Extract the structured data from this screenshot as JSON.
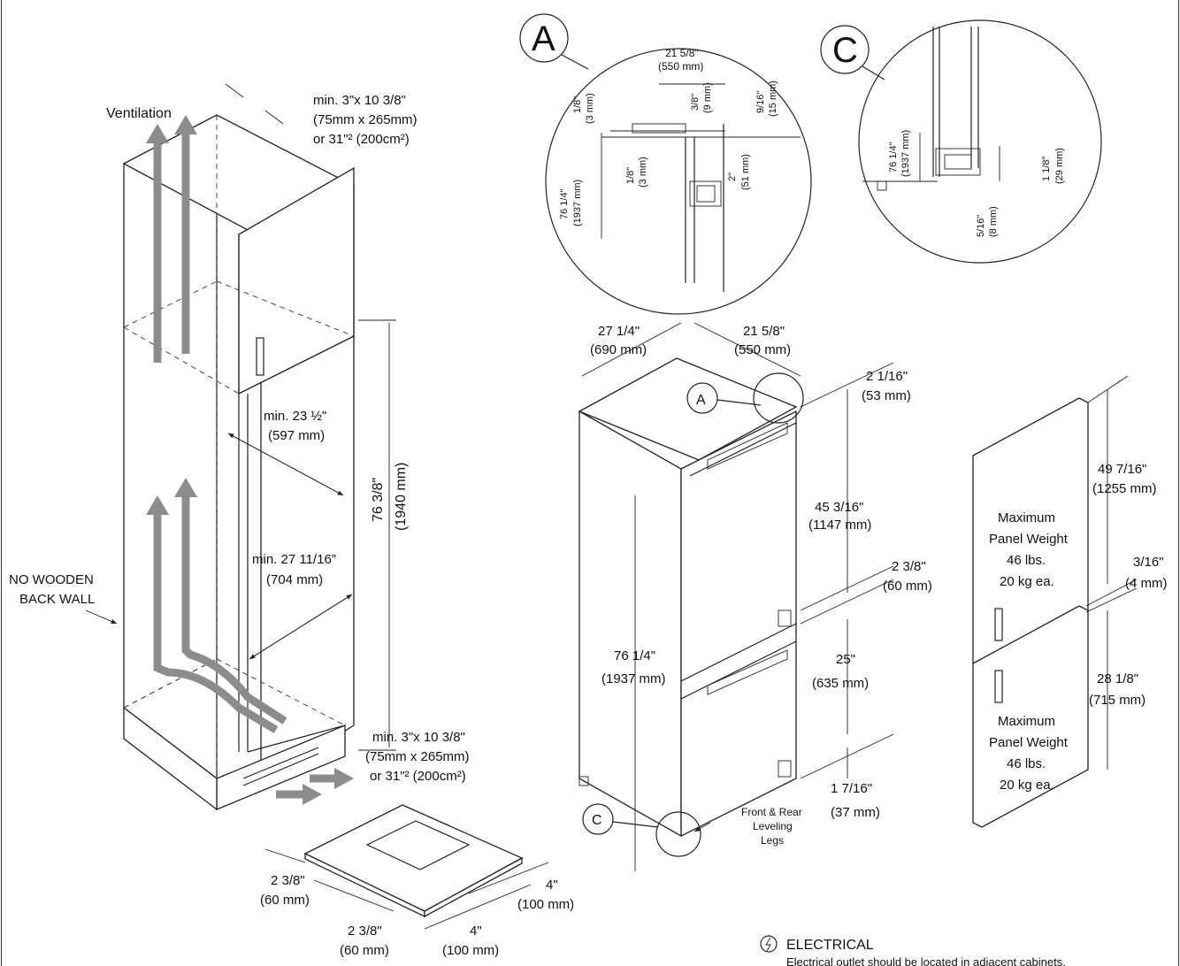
{
  "ventilation": {
    "label": "Ventilation",
    "top_size": [
      "min. 3\"x 10 3/8\"",
      "(75mm x 265mm)",
      "or 31\"² (200cm²)"
    ],
    "bottom_size": [
      "min. 3\"x 10 3/8\"",
      "(75mm x 265mm)",
      "or 31\"² (200cm²)"
    ]
  },
  "wall_note": [
    "NO WOODEN",
    "BACK WALL"
  ],
  "cabinet": {
    "width": [
      "min. 23 ½\"",
      "(597 mm)"
    ],
    "depth": [
      "min. 27 11/16\"",
      "(704 mm)"
    ],
    "height": [
      "76 3/8\"",
      "(1940 mm)"
    ]
  },
  "base": {
    "left_a": [
      "2 3/8\"",
      "(60 mm)"
    ],
    "left_b": [
      "2 3/8\"",
      "(60 mm)"
    ],
    "right_a": [
      "4\"",
      "(100 mm)"
    ],
    "right_b": [
      "4\"",
      "(100 mm)"
    ]
  },
  "detail_a": {
    "letter": "A",
    "width": [
      "21 5/8\"",
      "(550 mm)"
    ],
    "gap1": [
      "1/8\"",
      "(3 mm)"
    ],
    "gap2": [
      "3/8\"",
      "(9 mm)"
    ],
    "gap3": [
      "9/16\"",
      "(15 mm)"
    ],
    "gap4": [
      "1/8\"",
      "(3 mm)"
    ],
    "gap5": [
      "2\"",
      "(51 mm)"
    ],
    "height": [
      "76 1/4\"",
      "(1937 mm)"
    ]
  },
  "detail_c": {
    "letter": "C",
    "height": [
      "76 1/4\"",
      "(1937 mm)"
    ],
    "gap1": [
      "1 1/8\"",
      "(29 mm)"
    ],
    "gap2": [
      "5/16\"",
      "(8 mm)"
    ]
  },
  "appliance": {
    "depth": [
      "27 1/4\"",
      "(690 mm)"
    ],
    "width": [
      "21 5/8\"",
      "(550 mm)"
    ],
    "top_gap": [
      "2 1/16\"",
      "(53 mm)"
    ],
    "upper": [
      "45 3/16\"",
      "(1147 mm)"
    ],
    "mid_gap": [
      "2 3/8\"",
      "(60 mm)"
    ],
    "lower": [
      "25\"",
      "(635 mm)"
    ],
    "bottom_gap": [
      "1 7/16\"",
      "(37 mm)"
    ],
    "height": [
      "76 1/4\"",
      "(1937 mm)"
    ],
    "callout_a": "A",
    "callout_c": "C",
    "legs_note": [
      "Front & Rear",
      "Leveling",
      "Legs"
    ]
  },
  "panels": {
    "upper_height": [
      "49 7/16\"",
      "(1255 mm)"
    ],
    "gap": [
      "3/16\"",
      "(4 mm)"
    ],
    "lower_height": [
      "28 1/8\"",
      "(715 mm)"
    ],
    "upper_note": [
      "Maximum",
      "Panel Weight",
      "46 lbs.",
      "20 kg ea."
    ],
    "lower_note": [
      "Maximum",
      "Panel Weight",
      "46 lbs.",
      "20 kg ea."
    ]
  },
  "electrical": {
    "icon": "plug-icon",
    "title": "ELECTRICAL",
    "note": "Electrical outlet should be located in adjacent cabinets."
  }
}
